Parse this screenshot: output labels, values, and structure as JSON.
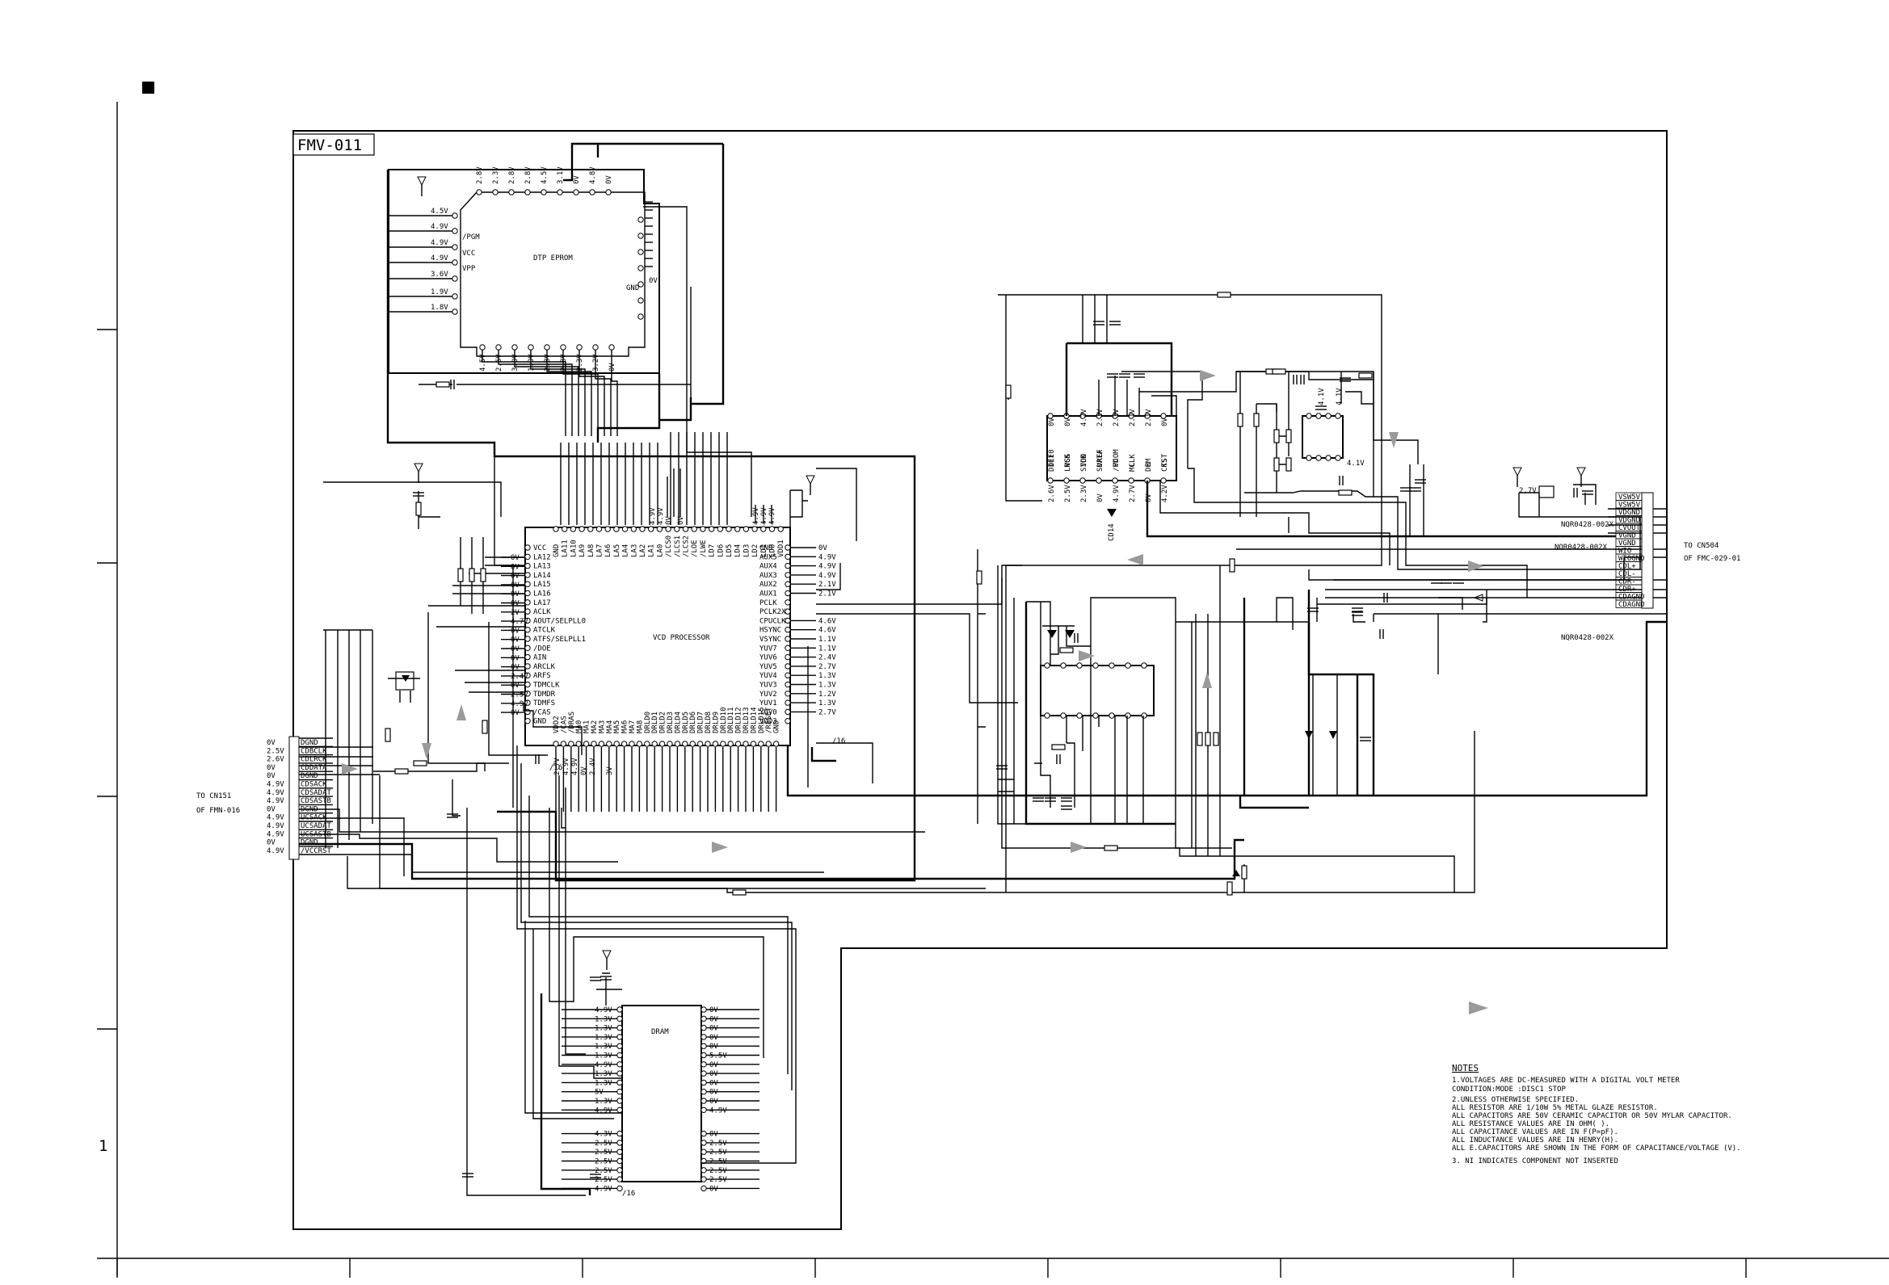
{
  "board_label": "FMV-011",
  "page_number": "1",
  "left_connector": {
    "to_label": "TO  CN151",
    "of_label": "OF FMN-016",
    "voltages": [
      "0V",
      "2.5V",
      "2.6V",
      "0V",
      "0V",
      "4.9V",
      "4.9V",
      "4.9V",
      "0V",
      "4.9V",
      "4.9V",
      "4.9V",
      "0V",
      "4.9V"
    ],
    "pins": [
      "DGND",
      "CDBCLK",
      "CDLRCK",
      "CDDATA",
      "DGND",
      "CDSACK",
      "CDSADAT",
      "CDSASTB",
      "DGND",
      "UCSACK",
      "UCSADAT",
      "UCSASTB",
      "DGND",
      "/VCCRST"
    ]
  },
  "right_connector": {
    "to_label": "TO  CN504",
    "of_label": "OF FMC-029-01",
    "pins": [
      "VSW5V",
      "VSW5V",
      "VDGND",
      "VDGND",
      "CVOUT",
      "VGND",
      "VGND",
      "WIO",
      "WIOGND",
      "CDL+",
      "CDL-",
      "CDR-",
      "CDR+",
      "CDAGND",
      "CDAGND"
    ],
    "part_labels": [
      "NQR0428-002X",
      "NQR0428-002X",
      "NQR0428-002X"
    ]
  },
  "eprom": {
    "title": "DTP EPROM",
    "left_labels": [
      "4.5V",
      "4.9V",
      "4.9V",
      "4.9V",
      "3.6V",
      "1.9V",
      "1.8V"
    ],
    "pin_labels": [
      "/PGM",
      "VCC",
      "VPP"
    ],
    "gnd_label": "GND",
    "gnd_voltage": "0V",
    "top_voltages": [
      "2.8V",
      "2.3V",
      "2.8V",
      "2.8V",
      "4.5V",
      "3.1V",
      "0V",
      "4.8V",
      "0V"
    ],
    "bottom_voltages": [
      "4.5V",
      "2.6V",
      "3.0V",
      "1.9V",
      "2.8V",
      "2.8V",
      "2.3V",
      "3.2V",
      "0V"
    ]
  },
  "vcd_processor": {
    "title": "VCD PROCESSOR",
    "left_voltages": [
      "0V",
      "0V",
      "0V",
      "0V",
      "0V",
      "0V",
      "2V",
      "4.7V",
      "0V",
      "0V",
      "0V",
      "0V",
      "0V",
      "2.4V",
      "0V",
      "2.5V",
      "4.9V",
      "0V"
    ],
    "left_pins": [
      "VCC",
      "LA12",
      "LA13",
      "LA14",
      "LA15",
      "LA16",
      "LA17",
      "ACLK",
      "AOUT/SELPLL0",
      "ATCLK",
      "ATFS/SELPLL1",
      "/DOE",
      "AIN",
      "ARCLK",
      "ARFS",
      "TDMCLK",
      "TDMDR",
      "TDMFS",
      "/CAS",
      "GND"
    ],
    "top_pins": [
      "GND",
      "LA11",
      "LA10",
      "LA9",
      "LA8",
      "LA7",
      "LA6",
      "LA5",
      "LA4",
      "LA3",
      "LA2",
      "LA1",
      "LA0",
      "/LCS0",
      "/LCS1",
      "/LCS2",
      "/LOE",
      "/LWE",
      "LD7",
      "LD6",
      "LD5",
      "LD4",
      "LD3",
      "LD2",
      "LD1",
      "LD0",
      "VDD1"
    ],
    "top_voltages": [
      "4.9V",
      "4.9V",
      "0V",
      "0V",
      "4.9V",
      "4.9V",
      "4.9V"
    ],
    "right_pins": [
      "GND",
      "AUX5",
      "AUX4",
      "AUX3",
      "AUX2",
      "AUX1",
      "PCLK",
      "PCLK2X",
      "CPUCLK",
      "HSYNC",
      "VSYNC",
      "YUV7",
      "YUV6",
      "YUV5",
      "YUV4",
      "YUV3",
      "YUV2",
      "YUV1",
      "YUV0",
      "VDD3"
    ],
    "right_voltages": [
      "0V",
      "4.9V",
      "4.9V",
      "4.9V",
      "2.1V",
      "2.1V",
      "4.6V",
      "4.6V",
      "1.1V",
      "1.1V",
      "2.4V",
      "2.7V",
      "1.3V",
      "1.3V",
      "1.2V",
      "1.3V",
      "2.7V"
    ],
    "bottom_pins": [
      "VDD2",
      "/CAS",
      "/DRAS",
      "MA0",
      "MA1",
      "MA2",
      "MA3",
      "MA4",
      "MA5",
      "MA6",
      "MA7",
      "MA8",
      "DRLD0",
      "DRLD1",
      "DRLD2",
      "DRLD3",
      "DRLD4",
      "DRLD5",
      "DRLD6",
      "DRLD7",
      "DRLD8",
      "DRLD9",
      "DRLD10",
      "DRLD11",
      "DRLD12",
      "DRLD13",
      "DRLD14",
      "DRLD15",
      "/RESET",
      "GND"
    ],
    "bottom_voltages": [
      "2.7V",
      "4.9V",
      "4.9V",
      "0V",
      "2.4V",
      "3V"
    ],
    "slash16_a": "/16",
    "slash16_b": "/16"
  },
  "dram": {
    "title": "DRAM",
    "left_voltages": [
      "4.9V",
      "1.3V",
      "1.3V",
      "1.3V",
      "1.3V",
      "1.3V",
      "4.9V",
      "1.3V",
      "1.3V",
      "5V",
      "1.3V",
      "4.9V",
      "4.3V",
      "2.5V",
      "2.5V",
      "2.5V",
      "2.5V",
      "2.5V",
      "4.9V"
    ],
    "right_voltages": [
      "0V",
      "0V",
      "0V",
      "0V",
      "0V",
      "5.5V",
      "0V",
      "0V",
      "0V",
      "0V",
      "0V",
      "4.9V",
      "0V",
      "2.5V",
      "2.5V",
      "2.5V",
      "2.5V",
      "2.5V",
      "0V"
    ],
    "bottom_label": "/16"
  },
  "right_ic": {
    "top_pins": [
      "DIF0",
      "VSS",
      "VDD",
      "VREF",
      "VCOM",
      "L",
      "R",
      "TST"
    ],
    "top_voltages": [
      "0V",
      "0V",
      "4.2V",
      "2.1V",
      "2.1V",
      "2.1V",
      "2.1V",
      "0V"
    ],
    "bottom_pins": [
      "DIF1",
      "LRCK",
      "SICK",
      "SDATA",
      "/PD",
      "MCLK",
      "DEM",
      "CKS"
    ],
    "bottom_voltages": [
      "2.6V",
      "2.5V",
      "2.3V",
      "0V",
      "4.9V",
      "2.7V",
      "0V",
      "4.2V"
    ],
    "side_voltages": [
      "4.1V",
      "4.1V",
      "4.1V"
    ],
    "transistor_label": "2.7V",
    "diode_label": "CD14"
  },
  "notes": {
    "heading": "NOTES",
    "lines": [
      "1.VOLTAGES ARE DC-MEASURED WITH A DIGITAL VOLT METER",
      "  CONDITION:MODE :DISC1 STOP",
      "2.UNLESS OTHERWISE SPECIFIED.",
      "  ALL RESISTOR ARE 1/10W  5% METAL GLAZE RESISTOR.",
      "  ALL CAPACITORS ARE 50V CERAMIC CAPACITOR OR 50V MYLAR CAPACITOR.",
      "  ALL RESISTANCE VALUES ARE IN OHM(  ).",
      "  ALL CAPACITANCE VALUES ARE IN  F(P=pF).",
      "  ALL INDUCTANCE VALUES ARE IN HENRY(H).",
      "  ALL E.CAPACITORS ARE SHOWN IN THE FORM OF CAPACITANCE/VOLTAGE (V).",
      "3. NI INDICATES COMPONENT NOT INSERTED"
    ]
  }
}
